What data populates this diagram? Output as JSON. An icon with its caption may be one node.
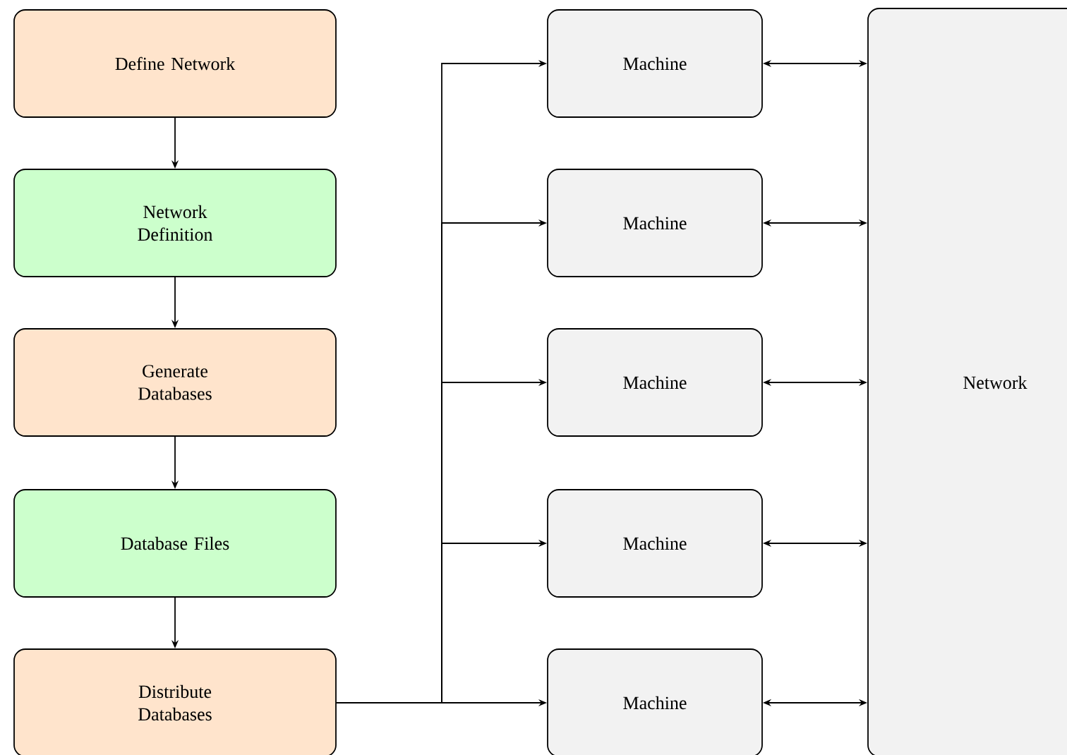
{
  "diagram": {
    "nodes": [
      {
        "text": [
          "Define Network"
        ]
      },
      {
        "text": [
          "Network Definition"
        ]
      },
      {
        "text": [
          "Generate Databases"
        ]
      },
      {
        "text": [
          "Database Files"
        ]
      },
      {
        "text": [
          "Distribute Databases"
        ]
      },
      {
        "text": [
          "Machine"
        ]
      },
      {
        "text": [
          "Machine"
        ]
      },
      {
        "text": [
          "Machine"
        ]
      },
      {
        "text": [
          "Machine"
        ]
      },
      {
        "text": [
          "Machine"
        ]
      },
      {
        "text": [
          "Network"
        ]
      }
    ],
    "edges": [
      {
        "from": 0,
        "to": 1,
        "arrow": "to"
      },
      {
        "from": 1,
        "to": 2,
        "arrow": "to"
      },
      {
        "from": 2,
        "to": 3,
        "arrow": "to"
      },
      {
        "from": 3,
        "to": 4,
        "arrow": "to"
      },
      {
        "from": 4,
        "to": 5,
        "arrow": "to"
      },
      {
        "from": 4,
        "to": 6,
        "arrow": "to"
      },
      {
        "from": 4,
        "to": 7,
        "arrow": "to"
      },
      {
        "from": 4,
        "to": 8,
        "arrow": "to"
      },
      {
        "from": 4,
        "to": 9,
        "arrow": "to"
      },
      {
        "from": 5,
        "to": 10,
        "arrow": "both"
      },
      {
        "from": 6,
        "to": 10,
        "arrow": "both"
      },
      {
        "from": 7,
        "to": 10,
        "arrow": "both"
      },
      {
        "from": 8,
        "to": 10,
        "arrow": "both"
      },
      {
        "from": 9,
        "to": 10,
        "arrow": "both"
      }
    ]
  }
}
